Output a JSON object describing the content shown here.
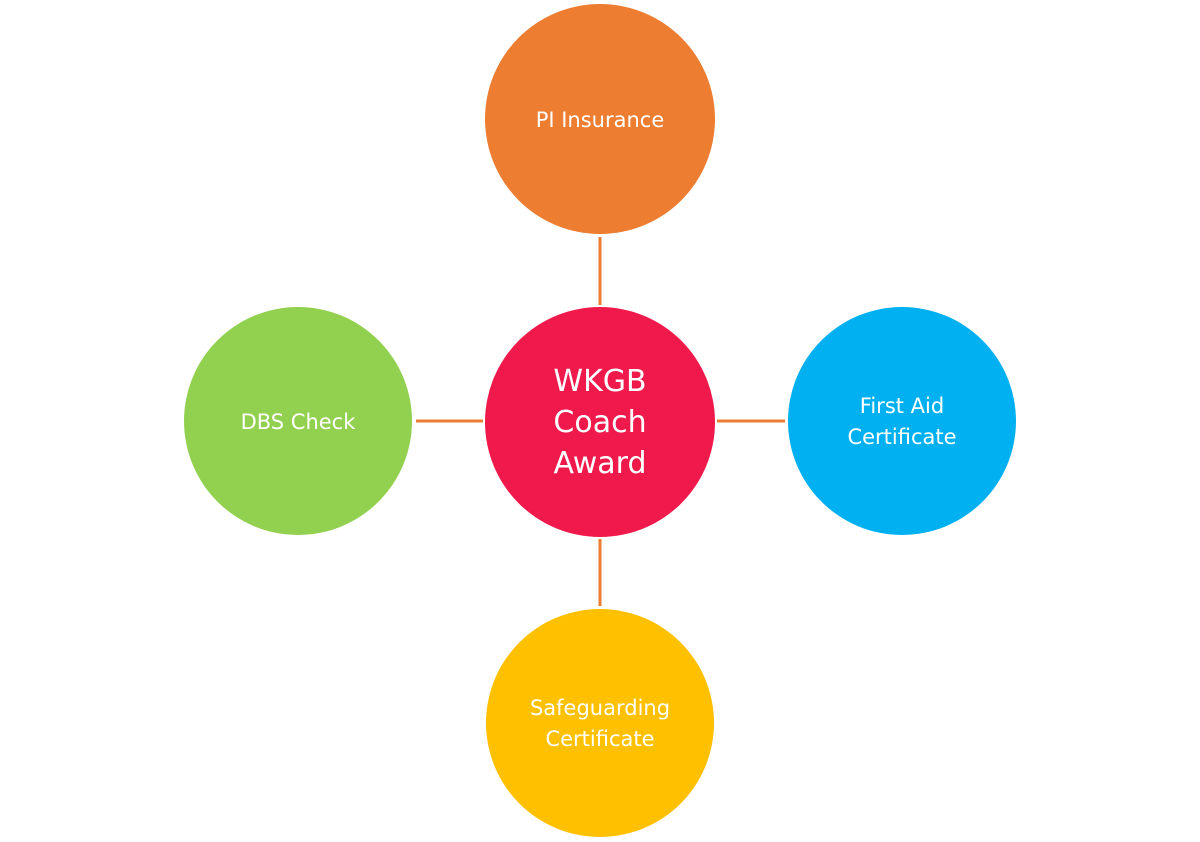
{
  "diagram": {
    "type": "hub-and-spoke",
    "center": {
      "lines": [
        "WKGB",
        "Coach",
        "Award"
      ],
      "color": "#EF1A4B"
    },
    "nodes": [
      {
        "id": "top",
        "lines": [
          "PI Insurance"
        ],
        "color": "#ED7D31"
      },
      {
        "id": "left",
        "lines": [
          "DBS Check"
        ],
        "color": "#92D050"
      },
      {
        "id": "right",
        "lines": [
          "First Aid",
          "Certificate"
        ],
        "color": "#00B0F0"
      },
      {
        "id": "bottom",
        "lines": [
          "Safeguarding",
          "Certificate"
        ],
        "color": "#FFC000"
      }
    ],
    "connector_color": "#ED7D31"
  }
}
